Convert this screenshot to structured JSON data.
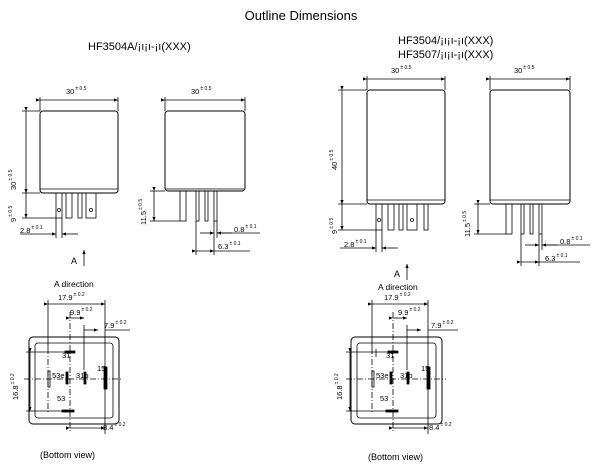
{
  "title": "Outline Dimensions",
  "left": {
    "model_line1": "HF3504A/¡ı¡ı-¡ı(XXX)",
    "front_width": "30",
    "side_width": "30",
    "body_height": "30",
    "pin_height": "9",
    "side_pin_height": "11.5",
    "pin_offset": "2.8",
    "pin_thick": "0.8",
    "pin_spacing": "6.3",
    "arrow_label": "A",
    "direction_label": "A  direction",
    "bottom_width": "17.9",
    "bottom_inner": "9.9",
    "bottom_right": "7.9",
    "bottom_height": "16.8",
    "bottom_pitch": "8.4",
    "pin_names": [
      "31",
      "53e",
      "31b",
      "15",
      "53"
    ],
    "caption": "(Bottom view)"
  },
  "right": {
    "model_line1": "HF3504/¡ı¡ı-¡ı(XXX)",
    "model_line2": "HF3507/¡ı¡ı-¡ı(XXX)",
    "front_width": "30",
    "side_width": "30",
    "body_height": "40",
    "pin_height": "9",
    "side_pin_height": "11.5",
    "pin_offset": "2.8",
    "pin_thick": "0.8",
    "pin_spacing": "6.3",
    "arrow_label": "A",
    "direction_label": "A  direction",
    "bottom_width": "17.9",
    "bottom_inner": "9.9",
    "bottom_right": "7.9",
    "bottom_height": "16.8",
    "bottom_pitch": "8.4",
    "pin_names": [
      "31",
      "53e",
      "31b",
      "15",
      "53"
    ],
    "caption": "(Bottom view)"
  },
  "tolerance_05": "± 0.5",
  "tolerance_01": "± 0.1",
  "tolerance_02": "± 0.2"
}
